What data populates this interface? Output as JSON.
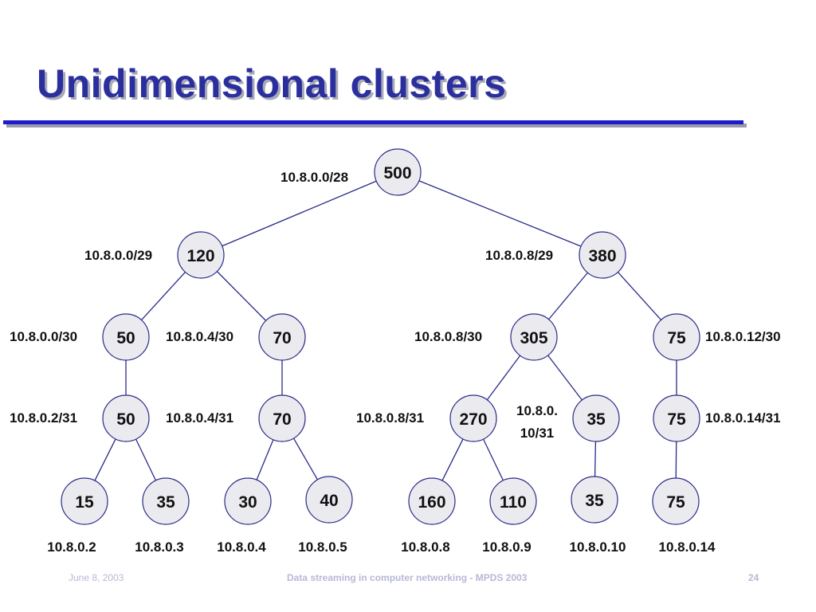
{
  "slide": {
    "title": "Unidimensional clusters"
  },
  "tree": {
    "nodes": [
      {
        "id": "root",
        "value": "500",
        "label": "10.8.0.0/28"
      },
      {
        "id": "n120",
        "value": "120",
        "label": "10.8.0.0/29"
      },
      {
        "id": "n380",
        "value": "380",
        "label": "10.8.0.8/29"
      },
      {
        "id": "n50a",
        "value": "50",
        "label": "10.8.0.0/30"
      },
      {
        "id": "n70a",
        "value": "70",
        "label": "10.8.0.4/30"
      },
      {
        "id": "n305",
        "value": "305",
        "label": "10.8.0.8/30"
      },
      {
        "id": "n75a",
        "value": "75",
        "label": "10.8.0.12/30"
      },
      {
        "id": "n50b",
        "value": "50",
        "label": "10.8.0.2/31"
      },
      {
        "id": "n70b",
        "value": "70",
        "label": "10.8.0.4/31"
      },
      {
        "id": "n270",
        "value": "270",
        "label": "10.8.0.8/31"
      },
      {
        "id": "n35a",
        "value": "35",
        "label": "10.8.0.",
        "label2": "10/31"
      },
      {
        "id": "n75b",
        "value": "75",
        "label": "10.8.0.14/31"
      },
      {
        "id": "l15",
        "value": "15",
        "label": "10.8.0.2"
      },
      {
        "id": "l35",
        "value": "35",
        "label": "10.8.0.3"
      },
      {
        "id": "l30",
        "value": "30",
        "label": "10.8.0.4"
      },
      {
        "id": "l40",
        "value": "40",
        "label": "10.8.0.5"
      },
      {
        "id": "l160",
        "value": "160",
        "label": "10.8.0.8"
      },
      {
        "id": "l110",
        "value": "110",
        "label": "10.8.0.9"
      },
      {
        "id": "l35b",
        "value": "35",
        "label": "10.8.0.10"
      },
      {
        "id": "l75",
        "value": "75",
        "label": "10.8.0.14"
      }
    ],
    "edges": [
      [
        "root",
        "n120"
      ],
      [
        "root",
        "n380"
      ],
      [
        "n120",
        "n50a"
      ],
      [
        "n120",
        "n70a"
      ],
      [
        "n380",
        "n305"
      ],
      [
        "n380",
        "n75a"
      ],
      [
        "n50a",
        "n50b"
      ],
      [
        "n70a",
        "n70b"
      ],
      [
        "n305",
        "n270"
      ],
      [
        "n305",
        "n35a"
      ],
      [
        "n75a",
        "n75b"
      ],
      [
        "n50b",
        "l15"
      ],
      [
        "n50b",
        "l35"
      ],
      [
        "n70b",
        "l30"
      ],
      [
        "n70b",
        "l40"
      ],
      [
        "n270",
        "l160"
      ],
      [
        "n270",
        "l110"
      ],
      [
        "n35a",
        "l35b"
      ],
      [
        "n75b",
        "l75"
      ]
    ]
  },
  "footer": {
    "date": "June 8, 2003",
    "center": "Data streaming in computer networking - MPDS 2003",
    "page": "24"
  },
  "colors": {
    "title": "#2b2f9e",
    "rule": "#1c1ccc",
    "node_fill": "#ebebef",
    "node_stroke": "#2a2a8a",
    "edge": "#2a2a8a",
    "footer": "#b8b8d6"
  }
}
